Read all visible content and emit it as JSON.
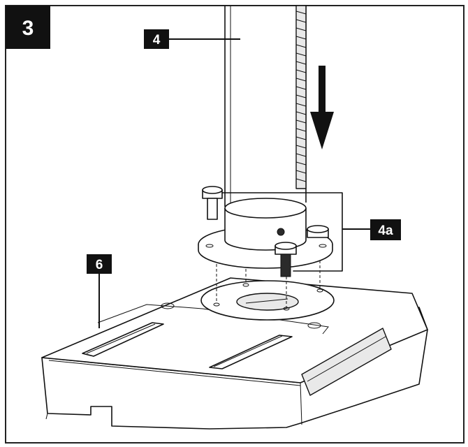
{
  "figure": {
    "number": "3",
    "labels": {
      "column": "4",
      "flange": "4a",
      "base": "6"
    }
  }
}
